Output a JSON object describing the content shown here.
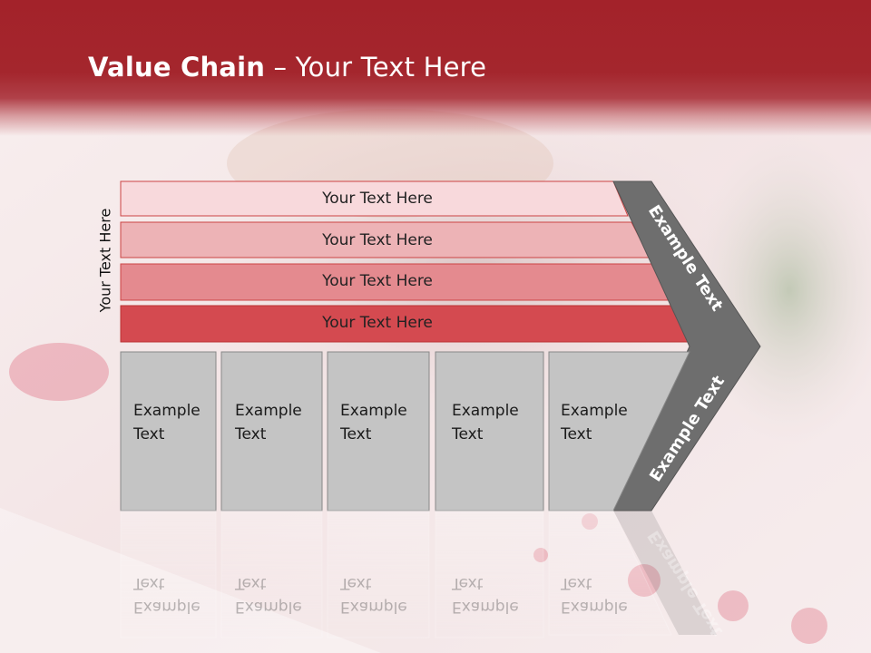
{
  "slide": {
    "title_bold": "Value Chain",
    "title_rest": " – Your Text Here",
    "side_label": "Your Text Here"
  },
  "bands": [
    {
      "label": "Your Text Here",
      "color": "#f8d9dc"
    },
    {
      "label": "Your Text Here",
      "color": "#edb3b6"
    },
    {
      "label": "Your Text Here",
      "color": "#e48a8f"
    },
    {
      "label": "Your Text Here",
      "color": "#d44a50"
    }
  ],
  "boxes": [
    {
      "line1": "Example",
      "line2": "Text"
    },
    {
      "line1": "Example",
      "line2": "Text"
    },
    {
      "line1": "Example",
      "line2": "Text"
    },
    {
      "line1": "Example",
      "line2": "Text"
    },
    {
      "line1": "Example",
      "line2": "Text"
    }
  ],
  "chevron": {
    "upper_label": "Example Text",
    "lower_label": "Example Text",
    "color": "#6e6e6e"
  },
  "colors": {
    "header": "#a3222a",
    "box_fill": "#c4c4c4",
    "background": "#f3e3e4"
  }
}
